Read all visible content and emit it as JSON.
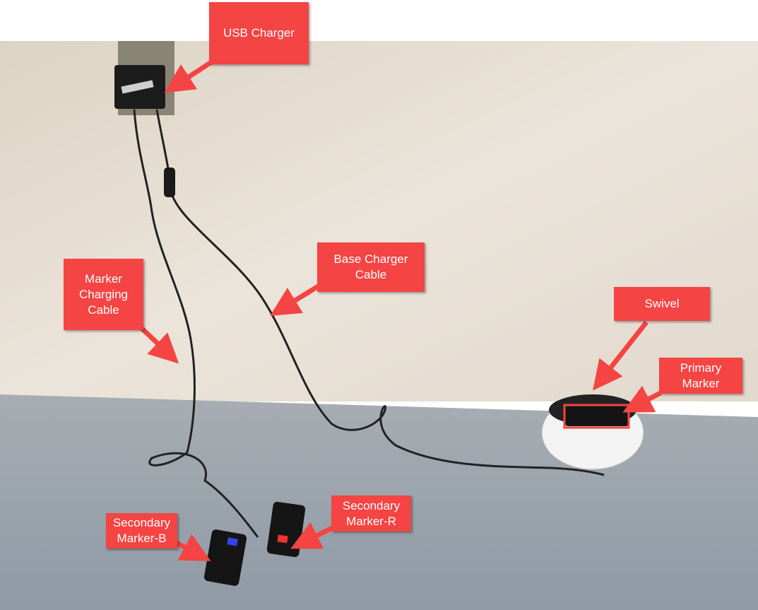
{
  "colors": {
    "callout": "#f44443",
    "wall": "#e6ddd1",
    "floor": "#9ea6ae"
  },
  "labels": {
    "usb_charger": "USB Charger",
    "marker_charging_cable": "Marker\nCharging\nCable",
    "base_charger_cable": "Base Charger\nCable",
    "swivel": "Swivel",
    "primary_marker": "Primary\nMarker",
    "secondary_marker_r": "Secondary\nMarker-R",
    "secondary_marker_b": "Secondary\nMarker-B"
  }
}
